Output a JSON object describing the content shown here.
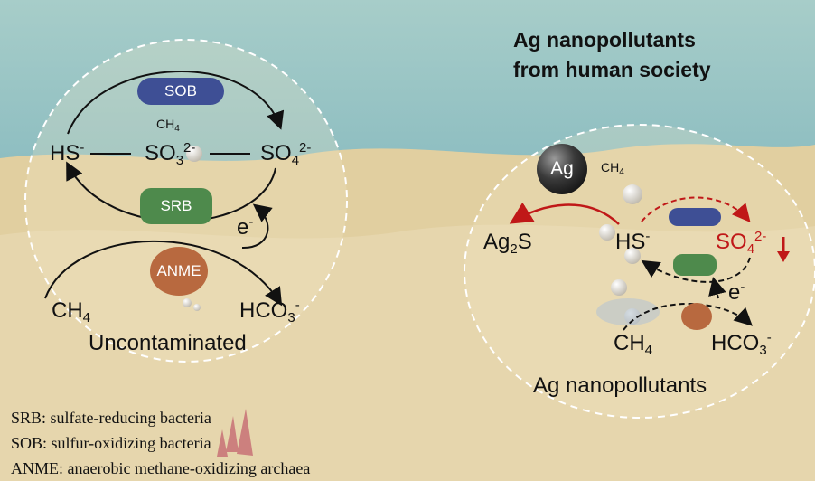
{
  "title": {
    "line1": "Ag nanopollutants",
    "line2": "from human society"
  },
  "left_panel": {
    "caption": "Uncontaminated",
    "microbes": {
      "sob": "SOB",
      "srb": "SRB",
      "anme": "ANME"
    },
    "species": {
      "hs": {
        "base": "HS",
        "sup": "-"
      },
      "so3": {
        "base": "SO",
        "sub": "3",
        "sup": "2-"
      },
      "so4": {
        "base": "SO",
        "sub": "4",
        "sup": "2-"
      },
      "ch4_small": {
        "base": "CH",
        "sub": "4"
      },
      "electron": {
        "base": "e",
        "sup": "-"
      },
      "ch4": {
        "base": "CH",
        "sub": "4"
      },
      "hco3": {
        "base": "HCO",
        "sub": "3",
        "sup": "-"
      }
    }
  },
  "right_panel": {
    "caption": "Ag nanopollutants",
    "ag_particle": "Ag",
    "species": {
      "ch4_small": {
        "base": "CH",
        "sub": "4"
      },
      "ag2s": {
        "base": "Ag",
        "sub": "2",
        "tail": "S"
      },
      "hs": {
        "base": "HS",
        "sup": "-"
      },
      "so4": {
        "base": "SO",
        "sub": "4",
        "sup": "2-"
      },
      "electron": {
        "base": "e",
        "sup": "-"
      },
      "ch4": {
        "base": "CH",
        "sub": "4"
      },
      "hco3": {
        "base": "HCO",
        "sub": "3",
        "sup": "-"
      }
    },
    "so4_trend": "decrease"
  },
  "legend": [
    "SRB: sulfate-reducing bacteria",
    "SOB: sulfur-oxidizing bacteria",
    "ANME: anaerobic methane-oxidizing archaea"
  ],
  "colors": {
    "sob": "#3e4f95",
    "srb": "#4e8a4c",
    "anme": "#b8693f",
    "inhibited": "#c01818",
    "sky": "#8fbfc1",
    "sand": "#e4d4a9"
  }
}
